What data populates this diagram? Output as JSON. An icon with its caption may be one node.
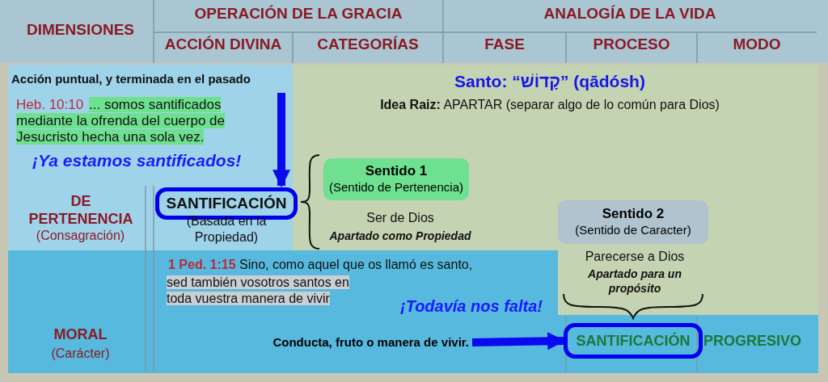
{
  "diagram": {
    "nodes": [
      {
        "text": [
          "SANTIFICACIÓN"
        ],
        "beside": [
          "(Basada en la Propiedad)"
        ]
      },
      {
        "text": [
          "Sentido 1",
          "(Sentido de Pertenencia)"
        ]
      },
      {
        "text": [
          "Sentido 2",
          "(Sentido de Caracter)"
        ]
      },
      {
        "text": [
          "Conducta, fruto o manera de vivir."
        ]
      },
      {
        "text": [
          "SANTIFICACIÓN"
        ]
      }
    ],
    "edges": [
      {
        "from": null,
        "to": 0,
        "arrow": "to"
      },
      {
        "from": 3,
        "to": 4,
        "arrow": "to"
      }
    ],
    "labels": [
      "DIMENSIONES",
      "OPERACIÓN DE LA GRACIA",
      "ANALOGÍA DE LA VIDA",
      "ACCIÓN DIVINA",
      "CATEGORÍAS",
      "FASE",
      "PROCESO",
      "MODO",
      "Acción puntual, y terminada en el pasado",
      "Santo: “קָדוֹשׁ” (qādósh)",
      "Heb. 10:10",
      "... somos santificados mediante la ofrenda del cuerpo de Jesucristo hecha una sola vez.",
      "**Idea Raiz:** APARTAR (separar algo de lo común para Dios)",
      "¡Ya estamos santificados!",
      "DE PERTENENCIA",
      "(Consagración)",
      "Ser de Dios",
      "Apartado como Propiedad",
      "Parecerse a Dios",
      "Apartado para un propósito",
      "1 Ped. 1:15",
      "Sino, como aquel que os llamó es santo,",
      "sed también vosotros santos en toda vuestra manera de vivir",
      "¡Todavía nos falta!",
      "MORAL",
      "(Carácter)",
      "PROGRESIVO"
    ]
  }
}
